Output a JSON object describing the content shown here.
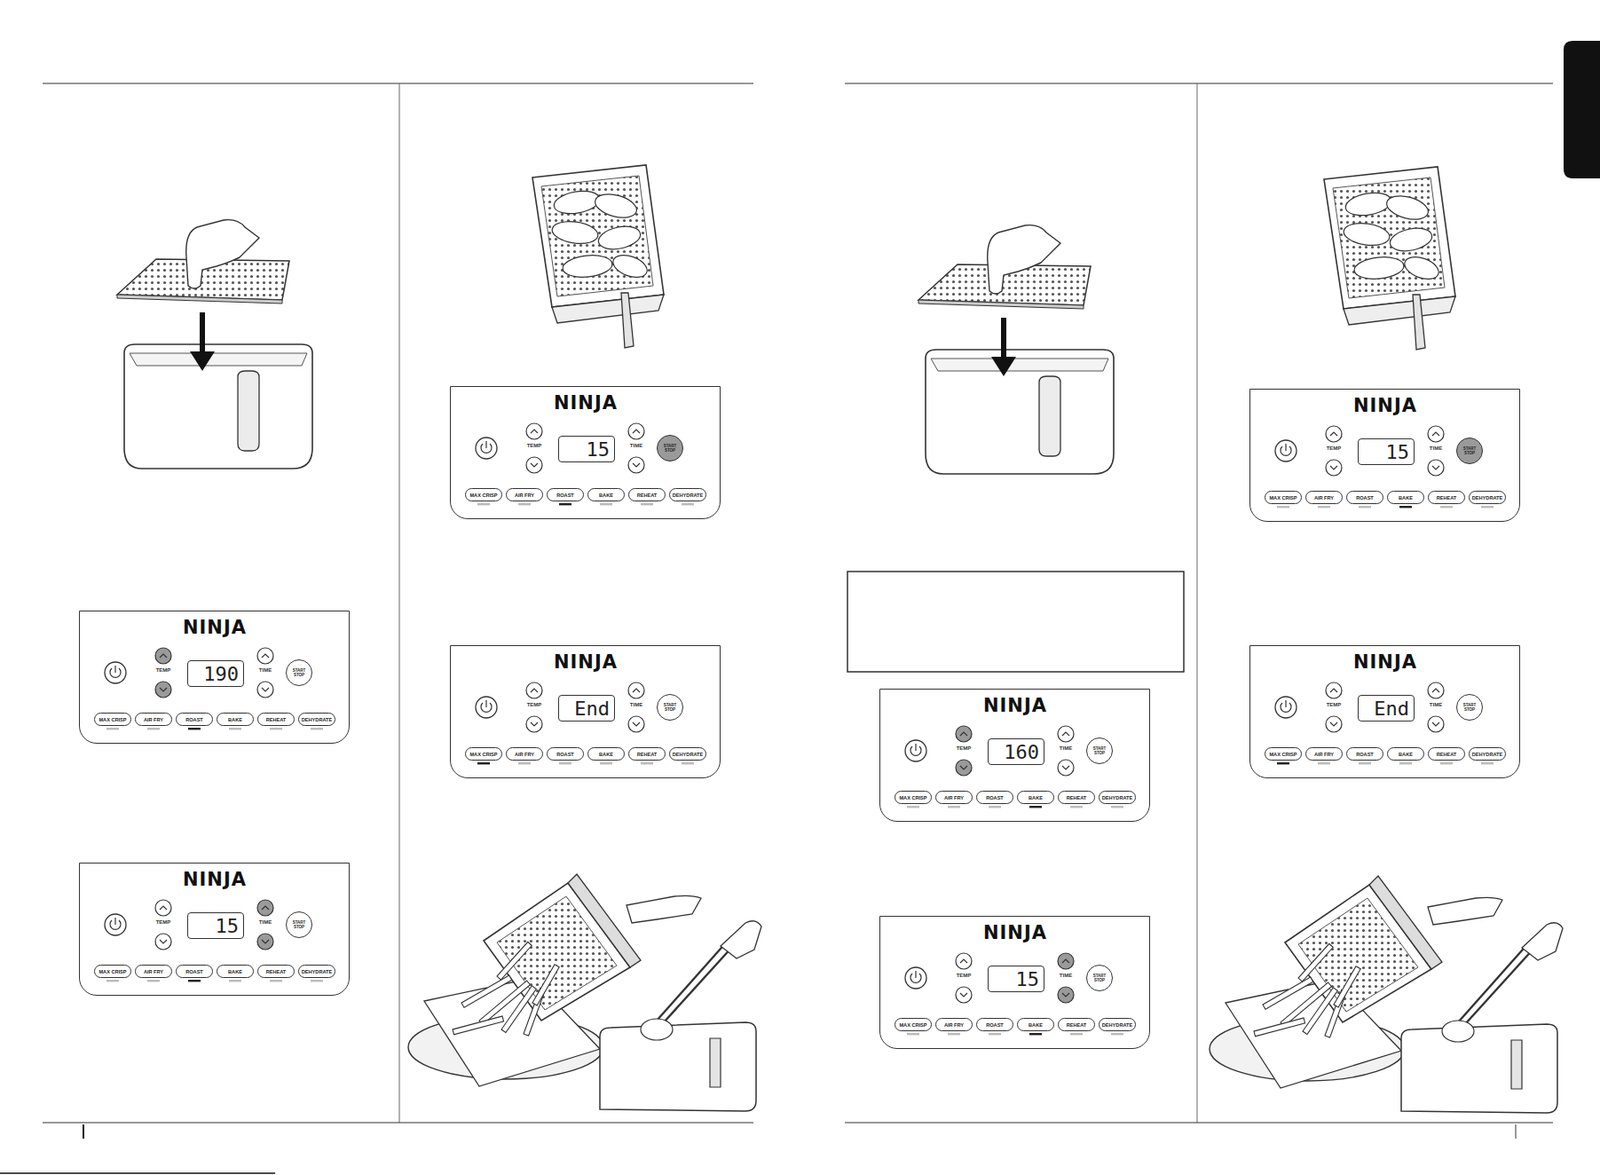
{
  "diagram": {
    "nodes": [
      {
        "text": [
          "NINJA",
          "TEMP",
          "TIME"
        ]
      },
      {
        "text": [
          "190"
        ],
        "in": 0
      },
      {
        "text": [
          "START STOP"
        ],
        "in": 0
      },
      {
        "text": [
          "MAX CRISP"
        ],
        "in": 0
      },
      {
        "text": [
          "AIR FRY"
        ],
        "in": 0
      },
      {
        "text": [
          "ROAST"
        ],
        "in": 0
      },
      {
        "text": [
          "BAKE"
        ],
        "in": 0
      },
      {
        "text": [
          "REHEAT"
        ],
        "in": 0
      },
      {
        "text": [
          "DEHYDRATE"
        ],
        "in": 0
      },
      {
        "text": [
          "NINJA",
          "TEMP",
          "TIME"
        ]
      },
      {
        "text": [
          "15"
        ],
        "in": 9
      },
      {
        "text": [
          "START STOP"
        ],
        "in": 9
      },
      {
        "text": [
          "MAX CRISP"
        ],
        "in": 9
      },
      {
        "text": [
          "AIR FRY"
        ],
        "in": 9
      },
      {
        "text": [
          "ROAST"
        ],
        "in": 9
      },
      {
        "text": [
          "BAKE"
        ],
        "in": 9
      },
      {
        "text": [
          "REHEAT"
        ],
        "in": 9
      },
      {
        "text": [
          "DEHYDRATE"
        ],
        "in": 9
      },
      {
        "text": [
          "NINJA",
          "TEMP",
          "TIME"
        ]
      },
      {
        "text": [
          "15"
        ],
        "in": 18
      },
      {
        "text": [
          "START STOP"
        ],
        "in": 18
      },
      {
        "text": [
          "MAX CRISP"
        ],
        "in": 18
      },
      {
        "text": [
          "AIR FRY"
        ],
        "in": 18
      },
      {
        "text": [
          "ROAST"
        ],
        "in": 18
      },
      {
        "text": [
          "BAKE"
        ],
        "in": 18
      },
      {
        "text": [
          "REHEAT"
        ],
        "in": 18
      },
      {
        "text": [
          "DEHYDRATE"
        ],
        "in": 18
      },
      {
        "text": [
          "NINJA",
          "TEMP",
          "TIME"
        ]
      },
      {
        "text": [
          "End"
        ],
        "in": 27
      },
      {
        "text": [
          "START STOP"
        ],
        "in": 27
      },
      {
        "text": [
          "MAX CRISP"
        ],
        "in": 27
      },
      {
        "text": [
          "AIR FRY"
        ],
        "in": 27
      },
      {
        "text": [
          "ROAST"
        ],
        "in": 27
      },
      {
        "text": [
          "BAKE"
        ],
        "in": 27
      },
      {
        "text": [
          "REHEAT"
        ],
        "in": 27
      },
      {
        "text": [
          "DEHYDRATE"
        ],
        "in": 27
      },
      {
        "text": [
          "NINJA",
          "TEMP",
          "TIME"
        ]
      },
      {
        "text": [
          "160"
        ],
        "in": 36
      },
      {
        "text": [
          "START STOP"
        ],
        "in": 36
      },
      {
        "text": [
          "MAX CRISP"
        ],
        "in": 36
      },
      {
        "text": [
          "AIR FRY"
        ],
        "in": 36
      },
      {
        "text": [
          "ROAST"
        ],
        "in": 36
      },
      {
        "text": [
          "BAKE"
        ],
        "in": 36
      },
      {
        "text": [
          "REHEAT"
        ],
        "in": 36
      },
      {
        "text": [
          "DEHYDRATE"
        ],
        "in": 36
      },
      {
        "text": [
          "NINJA",
          "TEMP",
          "TIME"
        ]
      },
      {
        "text": [
          "15"
        ],
        "in": 45
      },
      {
        "text": [
          "START STOP"
        ],
        "in": 45
      },
      {
        "text": [
          "MAX CRISP"
        ],
        "in": 45
      },
      {
        "text": [
          "AIR FRY"
        ],
        "in": 45
      },
      {
        "text": [
          "ROAST"
        ],
        "in": 45
      },
      {
        "text": [
          "BAKE"
        ],
        "in": 45
      },
      {
        "text": [
          "REHEAT"
        ],
        "in": 45
      },
      {
        "text": [
          "DEHYDRATE"
        ],
        "in": 45
      },
      {
        "text": [
          "NINJA",
          "TEMP",
          "TIME"
        ]
      },
      {
        "text": [
          "15"
        ],
        "in": 54
      },
      {
        "text": [
          "START STOP"
        ],
        "in": 54
      },
      {
        "text": [
          "MAX CRISP"
        ],
        "in": 54
      },
      {
        "text": [
          "AIR FRY"
        ],
        "in": 54
      },
      {
        "text": [
          "ROAST"
        ],
        "in": 54
      },
      {
        "text": [
          "BAKE"
        ],
        "in": 54
      },
      {
        "text": [
          "REHEAT"
        ],
        "in": 54
      },
      {
        "text": [
          "DEHYDRATE"
        ],
        "in": 54
      },
      {
        "text": [
          "NINJA",
          "TEMP",
          "TIME"
        ]
      },
      {
        "text": [
          "End"
        ],
        "in": 63
      },
      {
        "text": [
          "START STOP"
        ],
        "in": 63
      },
      {
        "text": [
          "MAX CRISP"
        ],
        "in": 63
      },
      {
        "text": [
          "AIR FRY"
        ],
        "in": 63
      },
      {
        "text": [
          "ROAST"
        ],
        "in": 63
      },
      {
        "text": [
          "BAKE"
        ],
        "in": 63
      },
      {
        "text": [
          "REHEAT"
        ],
        "in": 63
      },
      {
        "text": [
          "DEHYDRATE"
        ],
        "in": 63
      }
    ]
  }
}
